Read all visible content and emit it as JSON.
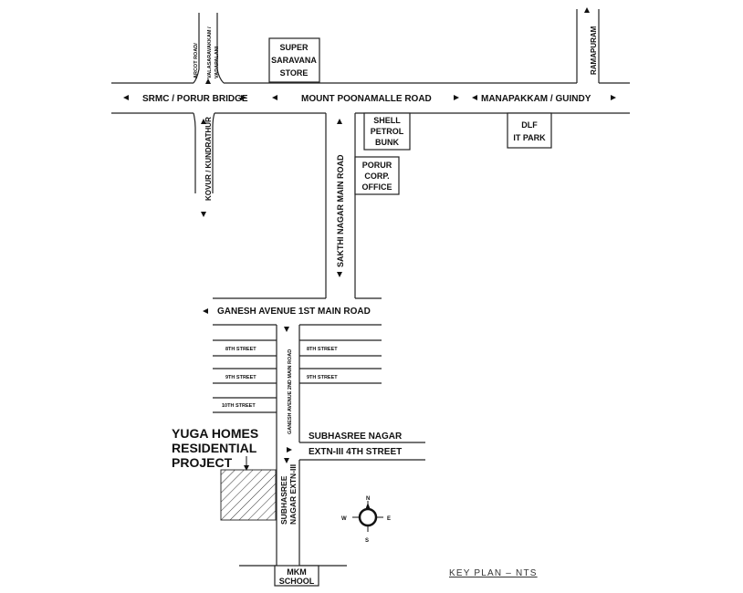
{
  "roads": {
    "mount_poonamalle": "MOUNT POONAMALLE ROAD",
    "srmc_porur": "SRMC / PORUR BRIDGE",
    "manapakkam": "MANAPAKKAM / GUINDY",
    "arcot_road": "ARCOT ROAD/",
    "valasaravakkam": "VALASARAVAKKAM /",
    "vadapalani": "VADAPALANI",
    "ramapuram": "RAMAPURAM",
    "kovur": "KOVUR / KUNDRATHUR",
    "sakthi_nagar": "SAKTHI NAGAR MAIN ROAD",
    "ganesh_avenue_1st": "GANESH AVENUE 1ST MAIN ROAD",
    "ganesh_avenue_2nd": "GANESH AVENUE 2ND MAIN ROAD",
    "street_8_left": "8TH STREET",
    "street_8_right": "8TH STREET",
    "street_9_left": "9TH STREET",
    "street_9_right": "9TH STREET",
    "street_10": "10TH STREET",
    "subhasree_4th_line1": "SUBHASREE NAGAR",
    "subhasree_4th_line2": "EXTN-III 4TH STREET",
    "subhasree_extn_line1": "SUBHASREE",
    "subhasree_extn_line2": "NAGAR EXTN-III"
  },
  "landmarks": {
    "super_saravana": [
      "SUPER",
      "SARAVANA",
      "STORE"
    ],
    "shell_petrol": [
      "SHELL",
      "PETROL",
      "BUNK"
    ],
    "dlf": [
      "DLF",
      "IT PARK"
    ],
    "porur_corp": [
      "PORUR",
      "CORP.",
      "OFFICE"
    ],
    "mkm_school": [
      "MKM",
      "SCHOOL"
    ]
  },
  "project": [
    "YUGA HOMES",
    "RESIDENTIAL",
    "PROJECT"
  ],
  "compass": {
    "n": "N",
    "s": "S",
    "e": "E",
    "w": "W"
  },
  "key_plan": "KEY PLAN  –  NTS"
}
